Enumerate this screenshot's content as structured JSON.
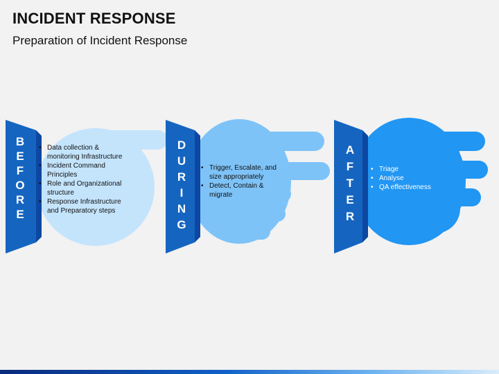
{
  "title": "INCIDENT RESPONSE",
  "subtitle": "Preparation of Incident Response",
  "stages": [
    {
      "letters": [
        "B",
        "E",
        "F",
        "O",
        "R",
        "E"
      ],
      "bullets": [
        "Data collection & monitoring Infrastructure",
        "Incident Command Principles",
        "Role and Organizational structure",
        "Response Infrastructure and Preparatory steps"
      ]
    },
    {
      "letters": [
        "D",
        "U",
        "R",
        "I",
        "N",
        "G"
      ],
      "bullets": [
        "Trigger, Escalate, and size appropriately",
        "Detect, Contain & migrate"
      ]
    },
    {
      "letters": [
        "A",
        "F",
        "T",
        "E",
        "R"
      ],
      "bullets": [
        "Triage",
        "Analyse",
        "QA effectiveness"
      ]
    }
  ],
  "colors": {
    "banner": "#1565c0",
    "banner_dark": "#0d47a1",
    "hand_before": "#c4e4fc",
    "hand_during": "#7ec3f8",
    "hand_after": "#2196f3",
    "text_dark": "#111111",
    "text_light": "#ffffff"
  },
  "icons": [
    "pointing-one-finger-hand",
    "pointing-two-fingers-hand",
    "three-fingers-hand"
  ]
}
